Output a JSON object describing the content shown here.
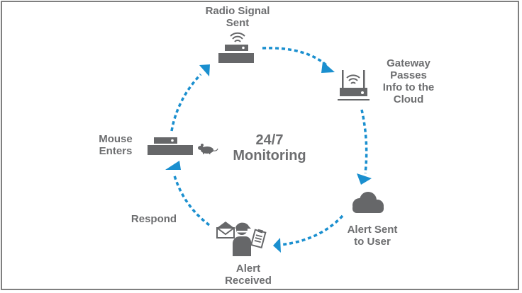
{
  "diagram": {
    "title_line1": "24/7",
    "title_line2": "Monitoring",
    "colors": {
      "arrow": "#1a8fcf",
      "icon": "#666769",
      "text": "#6d6e70",
      "frame": "#7f7f7f"
    },
    "steps": [
      {
        "id": "radio",
        "line1": "Radio Signal",
        "line2": "Sent",
        "icon": "router-wifi-icon"
      },
      {
        "id": "gateway",
        "line1": "Gateway",
        "line2": "Passes",
        "line3": "Info to the",
        "line4": "Cloud",
        "icon": "gateway-router-icon"
      },
      {
        "id": "alert-sent",
        "line1": "Alert Sent",
        "line2": "to User",
        "icon": "cloud-icon"
      },
      {
        "id": "alert-received",
        "line1": "Alert",
        "line2": "Received",
        "icon": "technician-clipboard-icon"
      },
      {
        "id": "respond",
        "line1": "Respond",
        "icon": "envelope-icon"
      },
      {
        "id": "mouse",
        "line1": "Mouse",
        "line2": "Enters",
        "icon": "trap-device-icon"
      }
    ]
  }
}
